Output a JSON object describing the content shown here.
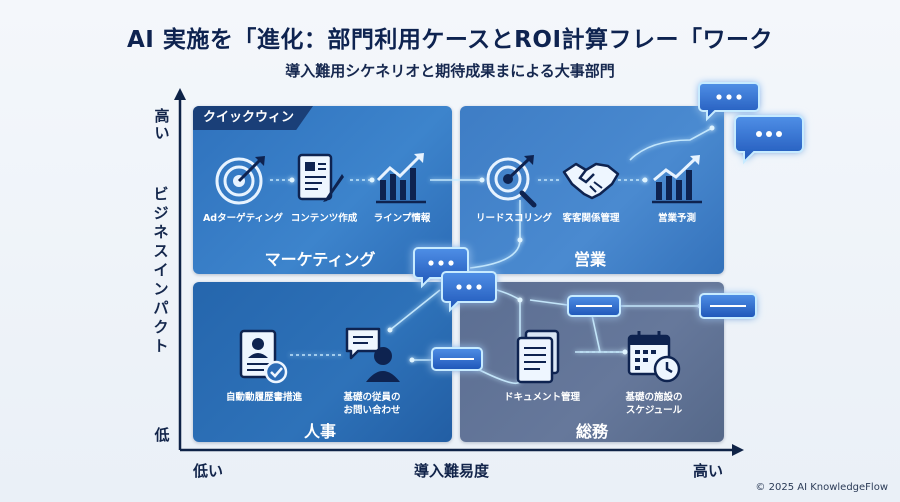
{
  "title": "AI 実施を「進化：部門利用ケースとROI計算フレー「ワーク",
  "subtitle": "導入難用シケネリオと期待成果まによる大事部門",
  "axes": {
    "y_label_chars": [
      "ビ",
      "ジ",
      "ネ",
      "ス",
      "イ",
      "ン",
      "パ",
      "ク",
      "ト"
    ],
    "y_high": "高い",
    "y_low": "低",
    "x_low": "低い",
    "x_label": "導入難易度",
    "x_high": "高い"
  },
  "quick_win_tag": "クイックウィン",
  "quadrants": {
    "marketing": {
      "label": "マーケティング",
      "items": [
        "Adターゲティング",
        "コンテンツ作成",
        "ラインプ情報"
      ],
      "icons": [
        "target-icon",
        "document-pen-icon",
        "growth-chart-icon"
      ]
    },
    "sales": {
      "label": "営業",
      "items": [
        "リードスコリング",
        "客客関係管理",
        "営業予測"
      ],
      "icons": [
        "target-search-icon",
        "handshake-icon",
        "forecast-chart-icon"
      ]
    },
    "hr": {
      "label": "人事",
      "items": [
        "自動動履歴書措進",
        "基礎の従員の\nお問い合わせ"
      ],
      "icons": [
        "resume-check-icon",
        "employee-chat-icon"
      ]
    },
    "general_affairs": {
      "label": "総務",
      "items": [
        "ドキュメント管理",
        "基礎の施設の\nスケジュール"
      ],
      "icons": [
        "documents-icon",
        "calendar-clock-icon"
      ]
    }
  },
  "footer": "© 2025 AI KnowledgeFlow",
  "colors": {
    "title": "#0e2350",
    "quick_win": "#1a3f78",
    "glow": "#bfe6ff",
    "bubble": "#2b63c8"
  }
}
